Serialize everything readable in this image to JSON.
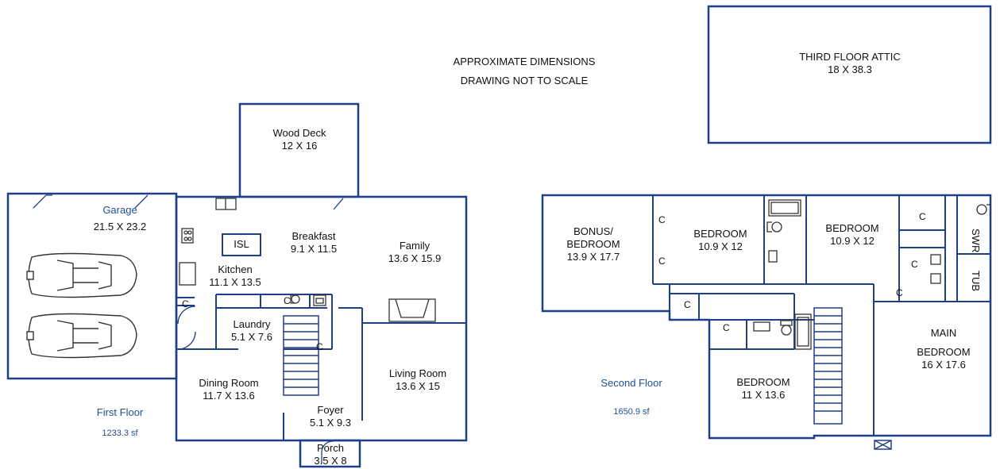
{
  "notes": {
    "line1": "APPROXIMATE DIMENSIONS",
    "line2": "DRAWING NOT TO SCALE"
  },
  "attic": {
    "name": "THIRD FLOOR ATTIC",
    "dims": "18 X 38.3"
  },
  "first_floor": {
    "label": "First Floor",
    "area": "1233.3 sf",
    "rooms": {
      "wood_deck": {
        "name": "Wood Deck",
        "dims": "12 X 16"
      },
      "garage": {
        "name": "Garage",
        "dims": "21.5 X 23.2"
      },
      "island": {
        "name": "ISL"
      },
      "breakfast": {
        "name": "Breakfast",
        "dims": "9.1 X 11.5"
      },
      "family": {
        "name": "Family",
        "dims": "13.6 X 15.9"
      },
      "kitchen": {
        "name": "Kitchen",
        "dims": "11.1 X 13.5"
      },
      "laundry": {
        "name": "Laundry",
        "dims": "5.1 X 7.6"
      },
      "dining": {
        "name": "Dining Room",
        "dims": "11.7 X 13.6"
      },
      "living": {
        "name": "Living Room",
        "dims": "13.6 X 15"
      },
      "foyer": {
        "name": "Foyer",
        "dims": "5.1 X 9.3"
      },
      "porch": {
        "name": "Porch",
        "dims": "3.5 X 8"
      }
    },
    "closet_label": "C"
  },
  "second_floor": {
    "label": "Second Floor",
    "area": "1650.9 sf",
    "rooms": {
      "bonus": {
        "name1": "BONUS/",
        "name2": "BEDROOM",
        "dims": "13.9 X 17.7"
      },
      "bedroom_a": {
        "name": "BEDROOM",
        "dims": "10.9 X 12"
      },
      "bedroom_b": {
        "name": "BEDROOM",
        "dims": "10.9 X 12"
      },
      "main": {
        "name1": "MAIN",
        "name2": "BEDROOM",
        "dims": "16 X 17.6"
      },
      "bedroom_c": {
        "name": "BEDROOM",
        "dims": "11 X 13.6"
      },
      "shower": {
        "name": "SWR"
      },
      "tub": {
        "name": "TUB"
      }
    },
    "closet_label": "C"
  },
  "colors": {
    "wall": "#1f3f86",
    "text": "#111111",
    "label_blue": "#1e4f8f",
    "fixture": "#333333"
  }
}
